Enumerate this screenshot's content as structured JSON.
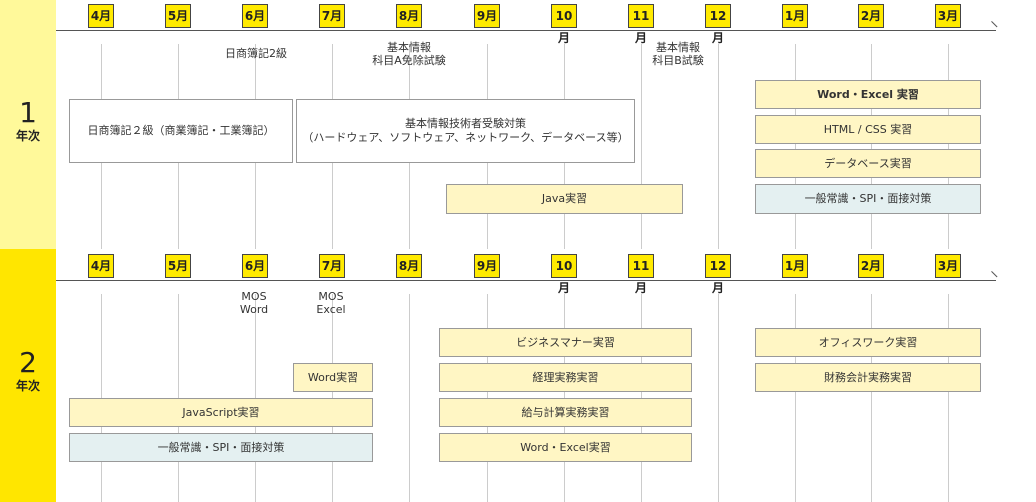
{
  "months": [
    "4月",
    "5月",
    "6月",
    "7月",
    "8月",
    "9月",
    "10月",
    "11月",
    "12月",
    "1月",
    "2月",
    "3月"
  ],
  "year1": {
    "num": "1",
    "label": "年次",
    "notes": [
      {
        "lines": [
          "日商簿記2級"
        ]
      },
      {
        "lines": [
          "基本情報",
          "科目A免除試験"
        ]
      },
      {
        "lines": [
          "基本情報",
          "科目B試験"
        ]
      }
    ],
    "bars": [
      {
        "lines": [
          "日商簿記２級（商業簿記・工業簿記）"
        ]
      },
      {
        "lines": [
          "基本情報技術者受験対策",
          "（ハードウェア、ソフトウェア、ネットワーク、データベース等）"
        ]
      },
      {
        "lines": [
          "Java実習"
        ]
      },
      {
        "lines": [
          "Word・Excel 実習"
        ]
      },
      {
        "lines": [
          "HTML / CSS 実習"
        ]
      },
      {
        "lines": [
          "データベース実習"
        ]
      },
      {
        "lines": [
          "一般常識・SPI・面接対策"
        ]
      }
    ]
  },
  "year2": {
    "num": "2",
    "label": "年次",
    "notes": [
      {
        "lines": [
          "MOS",
          "Word"
        ]
      },
      {
        "lines": [
          "MOS",
          "Excel"
        ]
      }
    ],
    "bars": [
      {
        "lines": [
          "ビジネスマナー実習"
        ]
      },
      {
        "lines": [
          "オフィスワーク実習"
        ]
      },
      {
        "lines": [
          "経理実務実習"
        ]
      },
      {
        "lines": [
          "財務会計実務実習"
        ]
      },
      {
        "lines": [
          "Word実習"
        ]
      },
      {
        "lines": [
          "給与計算実務実習"
        ]
      },
      {
        "lines": [
          "JavaScript実習"
        ]
      },
      {
        "lines": [
          "Word・Excel実習"
        ]
      },
      {
        "lines": [
          "一般常識・SPI・面接対策"
        ]
      }
    ]
  }
}
